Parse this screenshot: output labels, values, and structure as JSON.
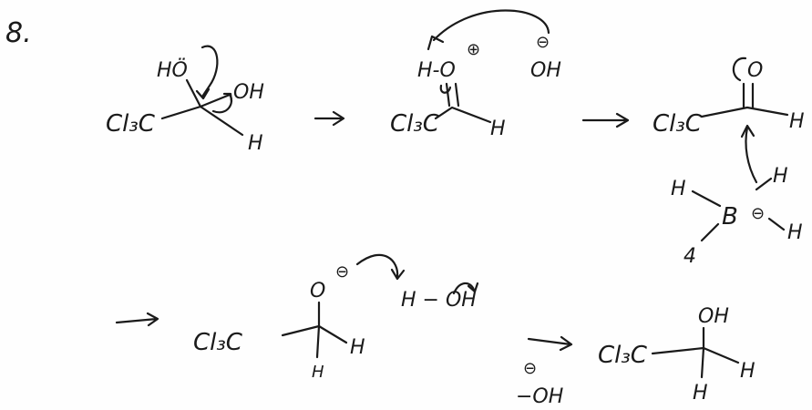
{
  "problem_number": "8.",
  "step1": {
    "o_atom": "HÖ",
    "oh": "OH",
    "ccl3": "Cl₃C",
    "h": "H"
  },
  "step2": {
    "protonated_o": "H-O",
    "plus_charge": "⊕",
    "hydroxide_charge": "⊖",
    "hydroxide": "OH",
    "ccl3": "Cl₃C",
    "h": "H"
  },
  "step3": {
    "o": "O",
    "ccl3": "Cl₃C",
    "h": "H"
  },
  "borohydride": {
    "h_top_left": "H",
    "h_top_right": "H",
    "boron": "B",
    "minus_charge": "⊖",
    "h_right": "H",
    "h_bottom_left": "4"
  },
  "step4": {
    "o_minus": "O",
    "minus_charge": "⊖",
    "water": "H − OH",
    "ccl3": "Cl₃C",
    "h_right": "H",
    "h_bottom": "H"
  },
  "byproduct": {
    "minus_charge": "⊖",
    "hydroxide": "−OH"
  },
  "product": {
    "oh": "OH",
    "ccl3": "Cl₃C",
    "h_right": "H",
    "h_bottom": "H"
  },
  "arrows": [
    "→",
    "→",
    "→",
    "→"
  ]
}
